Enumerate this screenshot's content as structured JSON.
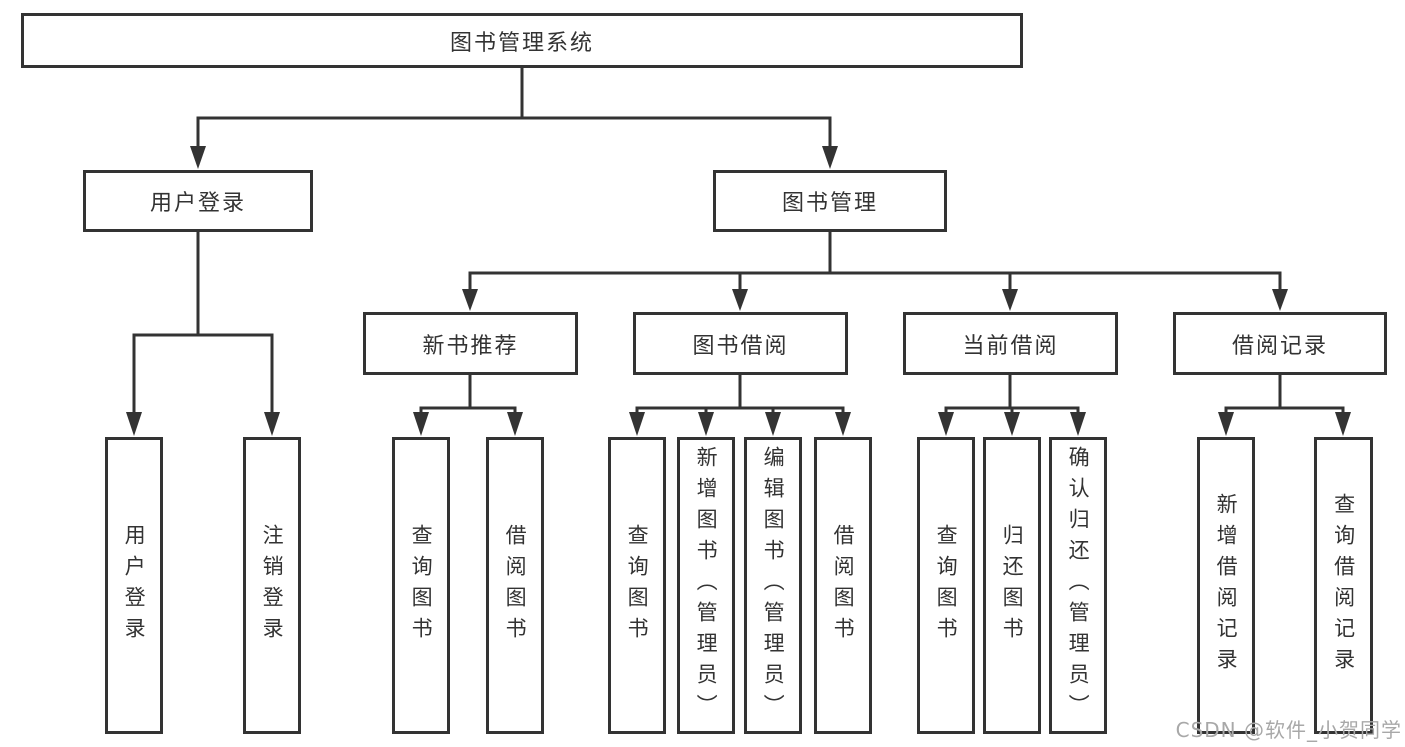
{
  "tree": {
    "root": {
      "label": "图书管理系统"
    },
    "branches": [
      {
        "label": "用户登录",
        "children": [
          {
            "label": "用户登录"
          },
          {
            "label": "注销登录"
          }
        ]
      },
      {
        "label": "图书管理",
        "children": [
          {
            "label": "新书推荐",
            "children": [
              {
                "label": "查询图书"
              },
              {
                "label": "借阅图书"
              }
            ]
          },
          {
            "label": "图书借阅",
            "children": [
              {
                "label": "查询图书"
              },
              {
                "label": "新增图书（管理员）"
              },
              {
                "label": "编辑图书（管理员）"
              },
              {
                "label": "借阅图书"
              }
            ]
          },
          {
            "label": "当前借阅",
            "children": [
              {
                "label": "查询图书"
              },
              {
                "label": "归还图书"
              },
              {
                "label": "确认归还（管理员）"
              }
            ]
          },
          {
            "label": "借阅记录",
            "children": [
              {
                "label": "新增借阅记录"
              },
              {
                "label": "查询借阅记录"
              }
            ]
          }
        ]
      }
    ]
  },
  "watermark": {
    "text": "CSDN @软件_小贺同学"
  },
  "colors": {
    "line": "#333333",
    "text": "#333333",
    "watermark": "#a8a8a8",
    "background": "#ffffff"
  }
}
